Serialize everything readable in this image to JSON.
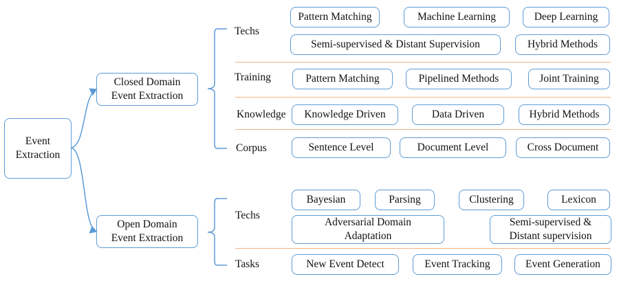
{
  "root": "Event\nExtraction",
  "closed": {
    "title": "Closed Domain\nEvent Extraction",
    "sections": {
      "techs": {
        "label": "Techs",
        "items": [
          "Pattern Matching",
          "Machine Learning",
          "Deep Learning",
          "Semi-supervised & Distant Supervision",
          "Hybrid Methods"
        ]
      },
      "training": {
        "label": "Training",
        "items": [
          "Pattern Matching",
          "Pipelined Methods",
          "Joint Training"
        ]
      },
      "knowledge": {
        "label": "Knowledge",
        "items": [
          "Knowledge Driven",
          "Data Driven",
          "Hybrid Methods"
        ]
      },
      "corpus": {
        "label": "Corpus",
        "items": [
          "Sentence Level",
          "Document Level",
          "Cross Document"
        ]
      }
    }
  },
  "open": {
    "title": "Open Domain\nEvent Extraction",
    "sections": {
      "techs": {
        "label": "Techs",
        "items": [
          "Bayesian",
          "Parsing",
          "Clustering",
          "Lexicon",
          "Adversarial Domain\nAdaptation",
          "Semi-supervised &\nDistant supervision"
        ]
      },
      "tasks": {
        "label": "Tasks",
        "items": [
          "New Event Detect",
          "Event Tracking",
          "Event Generation"
        ]
      }
    }
  }
}
